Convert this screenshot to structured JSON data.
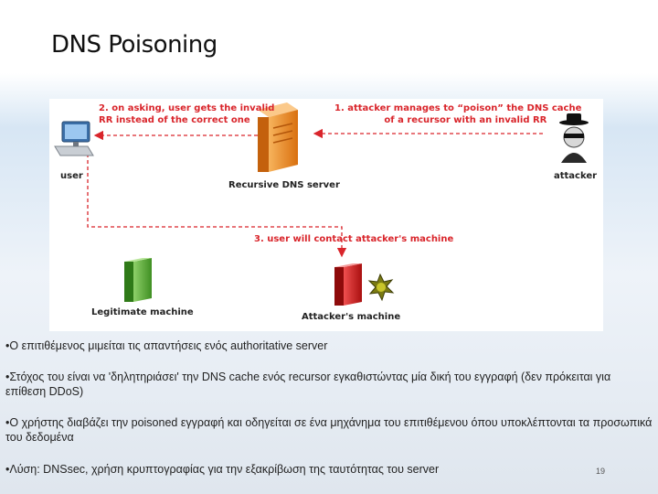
{
  "slide": {
    "title": "DNS Poisoning",
    "page_number": "19"
  },
  "diagram": {
    "user_label": "user",
    "recursor_label": "Recursive DNS server",
    "attacker_label": "attacker",
    "legit_label": "Legitimate machine",
    "attacker_machine_label": "Attacker's machine",
    "note1_line1": "1. attacker manages to “poison” the DNS cache",
    "note1_line2": "of a recursor with an invalid RR",
    "note2_line1": "2. on asking, user gets the invalid",
    "note2_line2": "RR instead of the correct one",
    "note3": "3. user will contact attacker's machine",
    "colors": {
      "accent": "#d9252b",
      "server": "#f08a24",
      "legit": "#5aa83a",
      "attacker_box": "#cc1d1d"
    }
  },
  "bullets": [
    "•Ο επιτιθέμενος μιμείται τις απαντήσεις ενός authoritative server",
    "•Στόχος του είναι να 'δηλητηριάσει' την DNS cache ενός recursor εγκαθιστώντας μία δική του εγγραφή (δεν πρόκειται για επίθεση DDoS)",
    "•Ο χρήστης διαβάζει την poisoned εγγραφή και οδηγείται σε ένα μηχάνημα του επιτιθέμενου όπου υποκλέπτονται τα προσωπικά του δεδομένα",
    "•Λύση: DNSsec, χρήση κρυπτογραφίας για την εξακρίβωση της ταυτότητας του server"
  ]
}
